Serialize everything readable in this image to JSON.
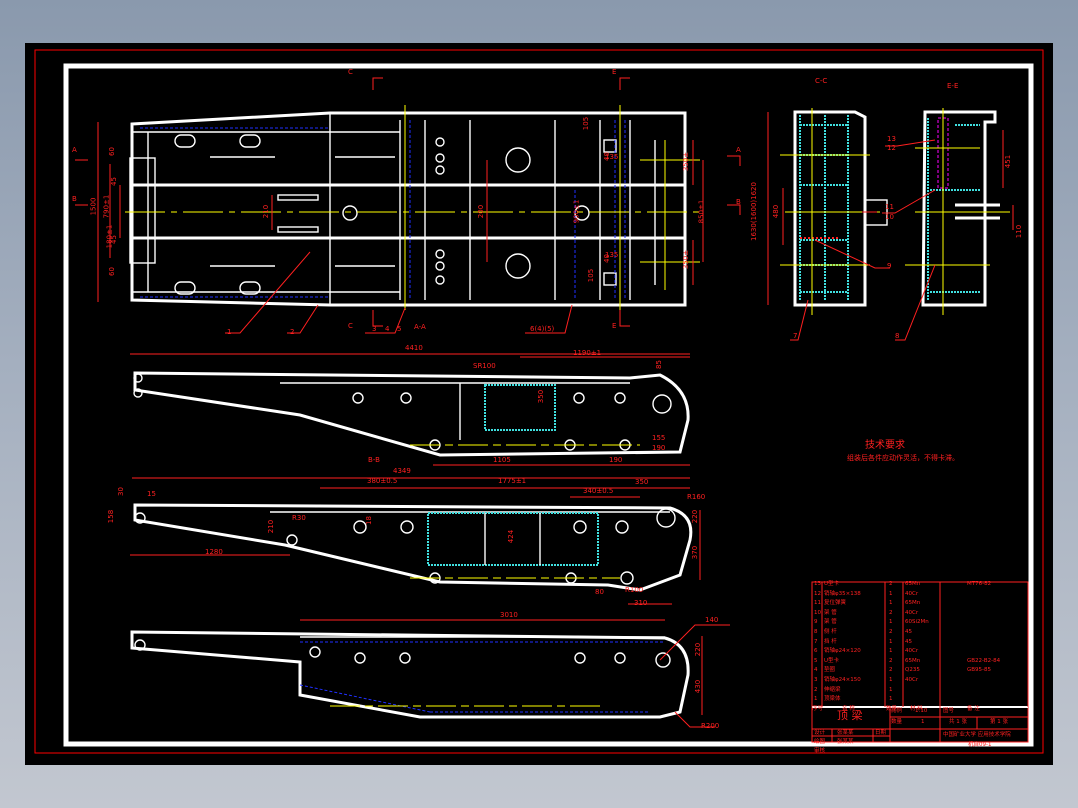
{
  "drawing": {
    "title": "顶梁",
    "colors": {
      "background": "#000000",
      "outline": "#ffffff",
      "dimension": "#ff2020",
      "centerline": "#ffff00",
      "hidden": "#2030ff",
      "weld": "#40e0e0",
      "frame": "#ff0000"
    },
    "section_markers": {
      "c_top": "C",
      "c_bottom": "C",
      "e_top": "E",
      "e_bottom": "E",
      "a_left": "A",
      "b_left": "B",
      "a_right": "A",
      "b_right": "B"
    },
    "plan_view": {
      "label": "A-A",
      "dims": {
        "width_total": "1500",
        "width_inner": "790±1",
        "dim_60_top": "60",
        "dim_60_bot": "60",
        "dim_45a": "45",
        "dim_45b": "45",
        "dim_180": "180±1",
        "dim_210": "210",
        "dim_200": "200",
        "dim_900": "900±1",
        "dim_850": "850±1",
        "dim_350a": "350±",
        "dim_350b": "350±",
        "dim_40a": "40",
        "dim_40b": "40",
        "dim_135a": "135",
        "dim_135b": "135",
        "dim_105a": "105",
        "dim_105b": "105",
        "length": "4410"
      },
      "callouts": [
        "1",
        "2",
        "3",
        "4",
        "5",
        "6(4)(5)"
      ]
    },
    "section_cc": {
      "label": "C-C",
      "dims": {
        "height": "1630(1600)1620",
        "inner": "480"
      },
      "callouts": [
        "7",
        "9",
        "10",
        "11"
      ]
    },
    "section_ee": {
      "label": "E-E",
      "dims": {
        "d1": "451",
        "d2": "110"
      },
      "callouts": [
        "8",
        "12",
        "13"
      ]
    },
    "side_view_1": {
      "label": "B-B",
      "dims": {
        "length": "4410",
        "d1190": "1190±1",
        "d85": "85",
        "sr": "SR100",
        "d350": "350",
        "d155": "155",
        "d190a": "190",
        "d1105": "1105",
        "d190b": "190"
      }
    },
    "side_view_2": {
      "dims": {
        "length": "4349",
        "d380": "380±0.5",
        "d1775": "1775±1",
        "d340": "340±0.5",
        "d350": "350",
        "r160": "R160",
        "d220": "220",
        "d370": "370",
        "d424": "424",
        "d30": "30",
        "d15": "15",
        "d158": "158",
        "d1280": "1280",
        "d210": "210",
        "r30": "R30",
        "d18": "18",
        "d80": "80",
        "r100": "R100",
        "d310": "310"
      }
    },
    "side_view_3": {
      "dims": {
        "length": "3010",
        "tol": "140",
        "d220": "220",
        "d430": "430",
        "r200": "R200"
      }
    },
    "tech_requirements": {
      "title": "技术要求",
      "line1": "组装后各件应动作灵活，不得卡滞。"
    },
    "bom": {
      "header": {
        "no": "序号",
        "name": "名  称",
        "qty": "数量",
        "material": "材  料",
        "remark": "备  注"
      },
      "rows": [
        {
          "no": "13",
          "name": "U型卡",
          "qty": "2",
          "material": "65Mn",
          "remark": "MT76-82"
        },
        {
          "no": "12",
          "name": "销轴φ35×138",
          "qty": "1",
          "material": "40Cr",
          "remark": ""
        },
        {
          "no": "11",
          "name": "复位弹簧",
          "qty": "1",
          "material": "65Mn",
          "remark": ""
        },
        {
          "no": "10",
          "name": "架  管",
          "qty": "2",
          "material": "40Cr",
          "remark": ""
        },
        {
          "no": "9",
          "name": "架  管",
          "qty": "1",
          "material": "60Si2Mn",
          "remark": ""
        },
        {
          "no": "8",
          "name": "侧  杆",
          "qty": "2",
          "material": "45",
          "remark": ""
        },
        {
          "no": "7",
          "name": "挡  杆",
          "qty": "1",
          "material": "45",
          "remark": ""
        },
        {
          "no": "6",
          "name": "销轴φ24×120",
          "qty": "1",
          "material": "40Cr",
          "remark": ""
        },
        {
          "no": "5",
          "name": "U型卡",
          "qty": "2",
          "material": "65Mn",
          "remark": "GB22-B2-84"
        },
        {
          "no": "4",
          "name": "垫圈",
          "qty": "2",
          "material": "Q235",
          "remark": "GB95-85"
        },
        {
          "no": "3",
          "name": "销轴φ24×150",
          "qty": "1",
          "material": "40Cr",
          "remark": ""
        },
        {
          "no": "2",
          "name": "伸缩梁",
          "qty": "1",
          "material": "",
          "remark": ""
        },
        {
          "no": "1",
          "name": "顶梁体",
          "qty": "1",
          "material": "",
          "remark": ""
        }
      ]
    },
    "title_block": {
      "part_name": "顶  梁",
      "scale_label": "比例",
      "scale": "1:10",
      "drawing_no_label": "图号",
      "qty_label": "数量",
      "qty": "1",
      "sheets_total": "共 1 张",
      "sheet_no": "第 1 张",
      "designer_label": "设计",
      "designer": "张某某",
      "date_label": "日期",
      "drafter_label": "绘图",
      "drafter": "张某某",
      "checker_label": "审核",
      "org": "中国矿业大学 应用技术学院",
      "class": "机自09-1"
    }
  }
}
